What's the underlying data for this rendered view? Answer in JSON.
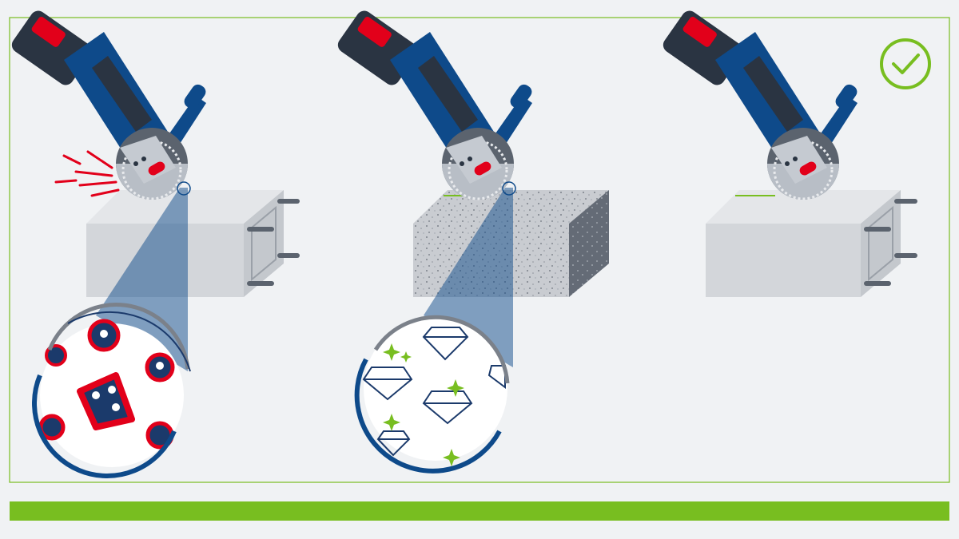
{
  "colors": {
    "background": "#f0f2f4",
    "frame": "#78be20",
    "accent_bar": "#78be20",
    "tool_blue": "#0e4a8a",
    "tool_dark": "#2a3442",
    "tool_red": "#e2001a",
    "check": "#78be20",
    "diamond": "#1b3a6b",
    "spark": "#78be20"
  },
  "panels": [
    {
      "state": "bad",
      "tool": "angle-grinder-icon",
      "effect": "sparks-icon",
      "material": "concrete-block",
      "magnified": "abrasive-grains"
    },
    {
      "state": "neutral",
      "tool": "angle-grinder-icon",
      "material": "porous-block",
      "magnified": "diamond-grains"
    },
    {
      "state": "good",
      "tool": "angle-grinder-icon",
      "material": "concrete-block",
      "badge": "checkmark-icon"
    }
  ]
}
